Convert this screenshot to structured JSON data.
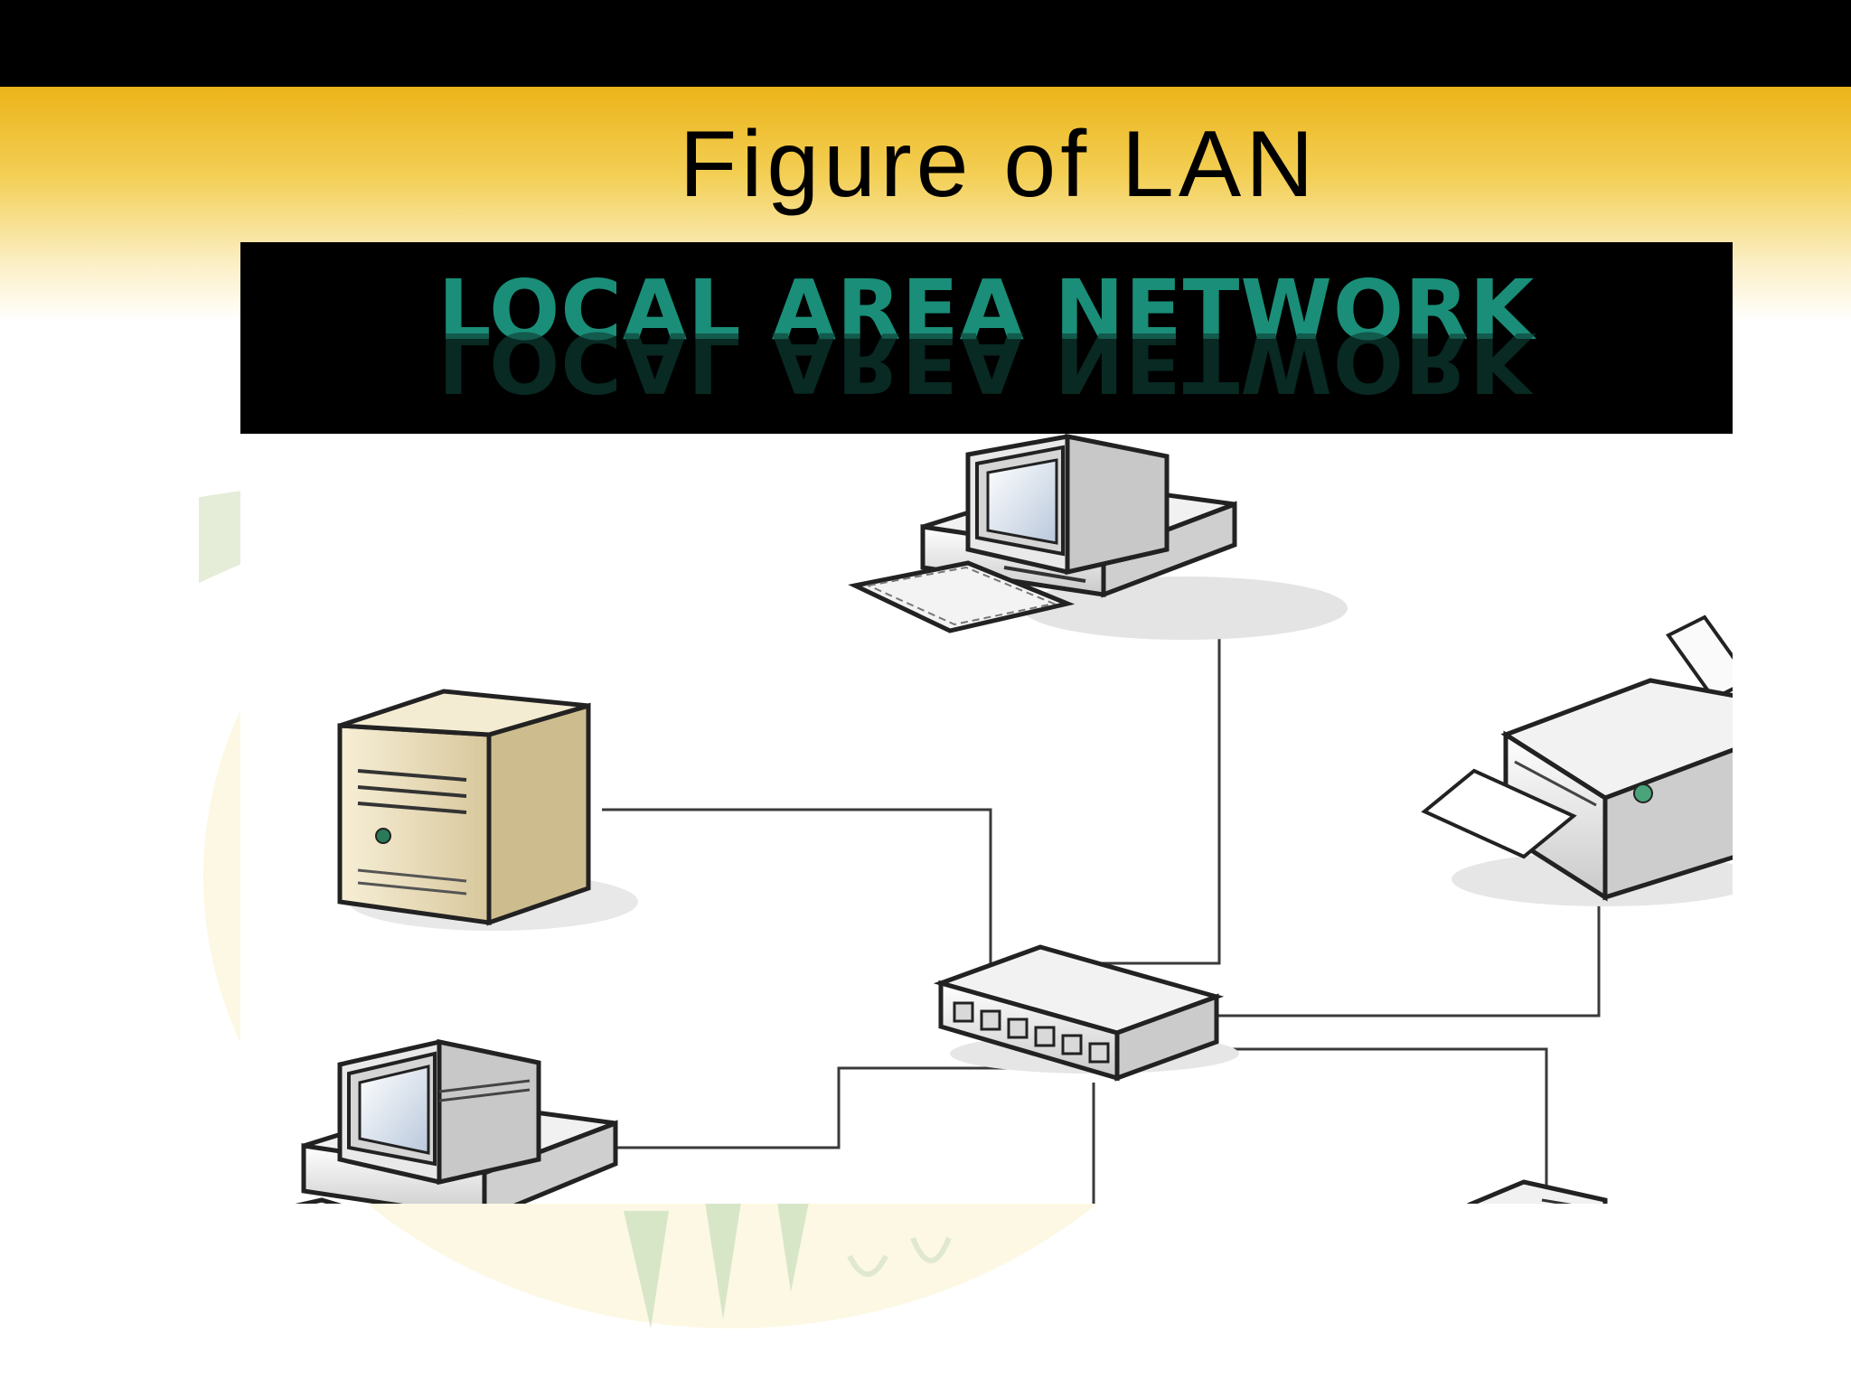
{
  "slide": {
    "title": "Figure of LAN"
  },
  "figure": {
    "heading": "LOCAL AREA NETWORK",
    "nodes": [
      {
        "name": "server-tower",
        "icon": "server-icon"
      },
      {
        "name": "desktop-top",
        "icon": "desktop-computer-icon"
      },
      {
        "name": "printer",
        "icon": "printer-icon"
      },
      {
        "name": "network-switch",
        "icon": "switch-icon"
      },
      {
        "name": "desktop-bottom-left",
        "icon": "desktop-computer-icon"
      },
      {
        "name": "device-bottom-right",
        "icon": "device-icon"
      }
    ]
  },
  "colors": {
    "top_bar": "#000000",
    "band_gold": "#ecb41a",
    "heading_green": "#1a8e78"
  }
}
